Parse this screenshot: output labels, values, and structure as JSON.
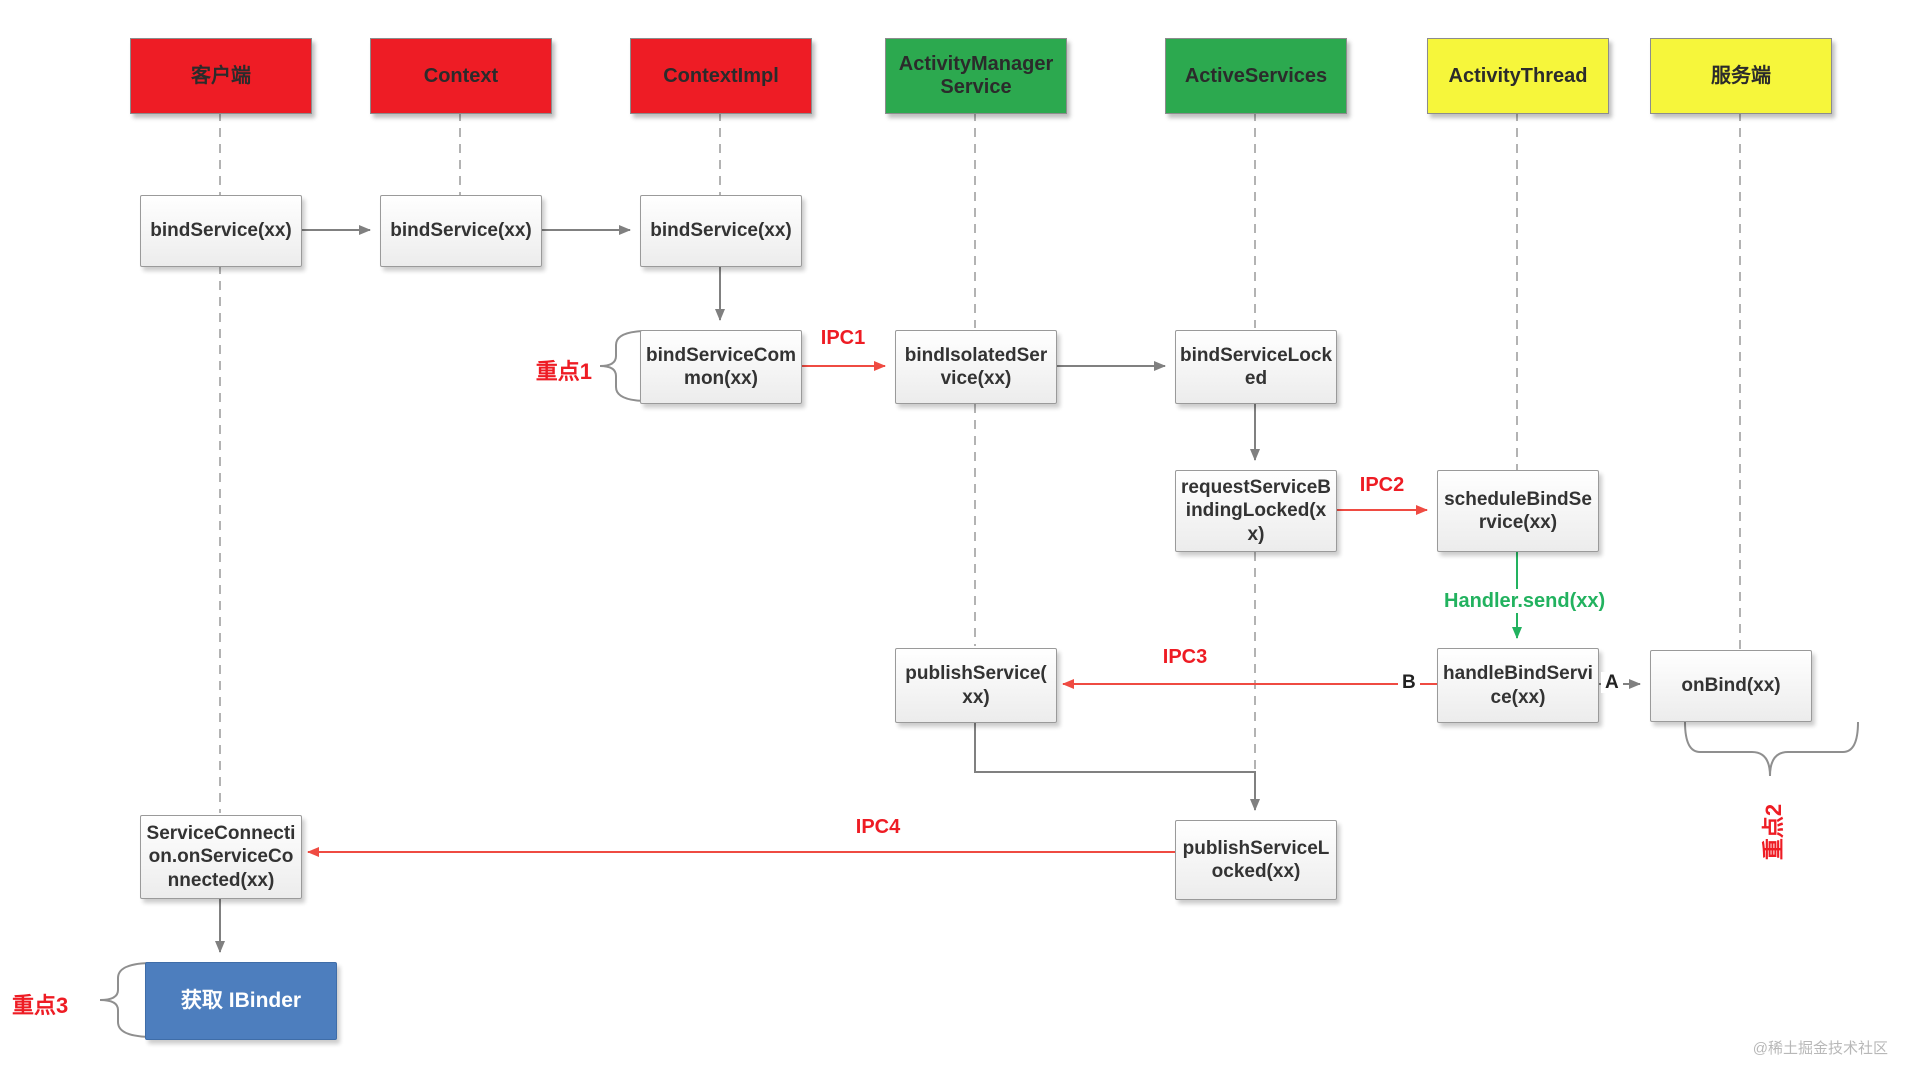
{
  "diagram_title": "bindService sequence diagram",
  "lanes": [
    {
      "id": "client",
      "label": "客户端",
      "color": "#ee1c25"
    },
    {
      "id": "context",
      "label": "Context",
      "color": "#ee1c25"
    },
    {
      "id": "contextimpl",
      "label": "ContextImpl",
      "color": "#ee1c25"
    },
    {
      "id": "activity-manager-service",
      "label": "ActivityManager\nService",
      "color": "#2ca94f"
    },
    {
      "id": "active-services",
      "label": "ActiveServices",
      "color": "#2ca94f"
    },
    {
      "id": "activity-thread",
      "label": "ActivityThread",
      "color": "#f6f63b"
    },
    {
      "id": "server",
      "label": "服务端",
      "color": "#f6f63b"
    }
  ],
  "nodes": {
    "bind_service_client": {
      "label": "bindService(xx)"
    },
    "bind_service_context": {
      "label": "bindService(xx)"
    },
    "bind_service_contextimpl": {
      "label": "bindService(xx)"
    },
    "bind_service_common": {
      "label": "bindServiceCom\nmon(xx)"
    },
    "bind_isolated_service": {
      "label": "bindIsolatedSer\nvice(xx)"
    },
    "bind_service_locked": {
      "label": "bindServiceLock\ned"
    },
    "request_service_binding_locked": {
      "label": "requestServiceB\nindingLocked(x\nx)"
    },
    "schedule_bind_service": {
      "label": "scheduleBindSe\nrvice(xx)"
    },
    "publish_service": {
      "label": "publishService(\nxx)"
    },
    "handle_bind_service": {
      "label": "handleBindServi\nce(xx)"
    },
    "on_bind": {
      "label": "onBind(xx)"
    },
    "publish_service_locked": {
      "label": "publishServiceL\nocked(xx)"
    },
    "service_connection": {
      "label": "ServiceConnecti\non.onServiceCo\nnnected(xx)"
    },
    "get_ibinder": {
      "label": "获取 IBinder",
      "color": "#4d7ebe"
    }
  },
  "edge_labels": {
    "ipc1": "IPC1",
    "ipc2": "IPC2",
    "ipc3": "IPC3",
    "ipc4": "IPC4",
    "a": "A",
    "b": "B",
    "handler_send": "Handler.send(xx)"
  },
  "annotations": {
    "note1": "重点1",
    "note2": "重点2",
    "note3": "重点3"
  },
  "watermark": "@稀土掘金技术社区",
  "colors": {
    "red_box": "#ee1c25",
    "green_box": "#2ca94f",
    "yellow_box": "#f6f63b",
    "blue_box": "#4d7ebe",
    "red_arrow": "#ef4b42",
    "red_label": "#ee1c24",
    "green_arrow": "#22b25f",
    "grey_line": "#808080",
    "lifeline": "#b3b3b3",
    "node_border": "#9a9a9a",
    "watermark_grey": "#b8b8b8"
  }
}
